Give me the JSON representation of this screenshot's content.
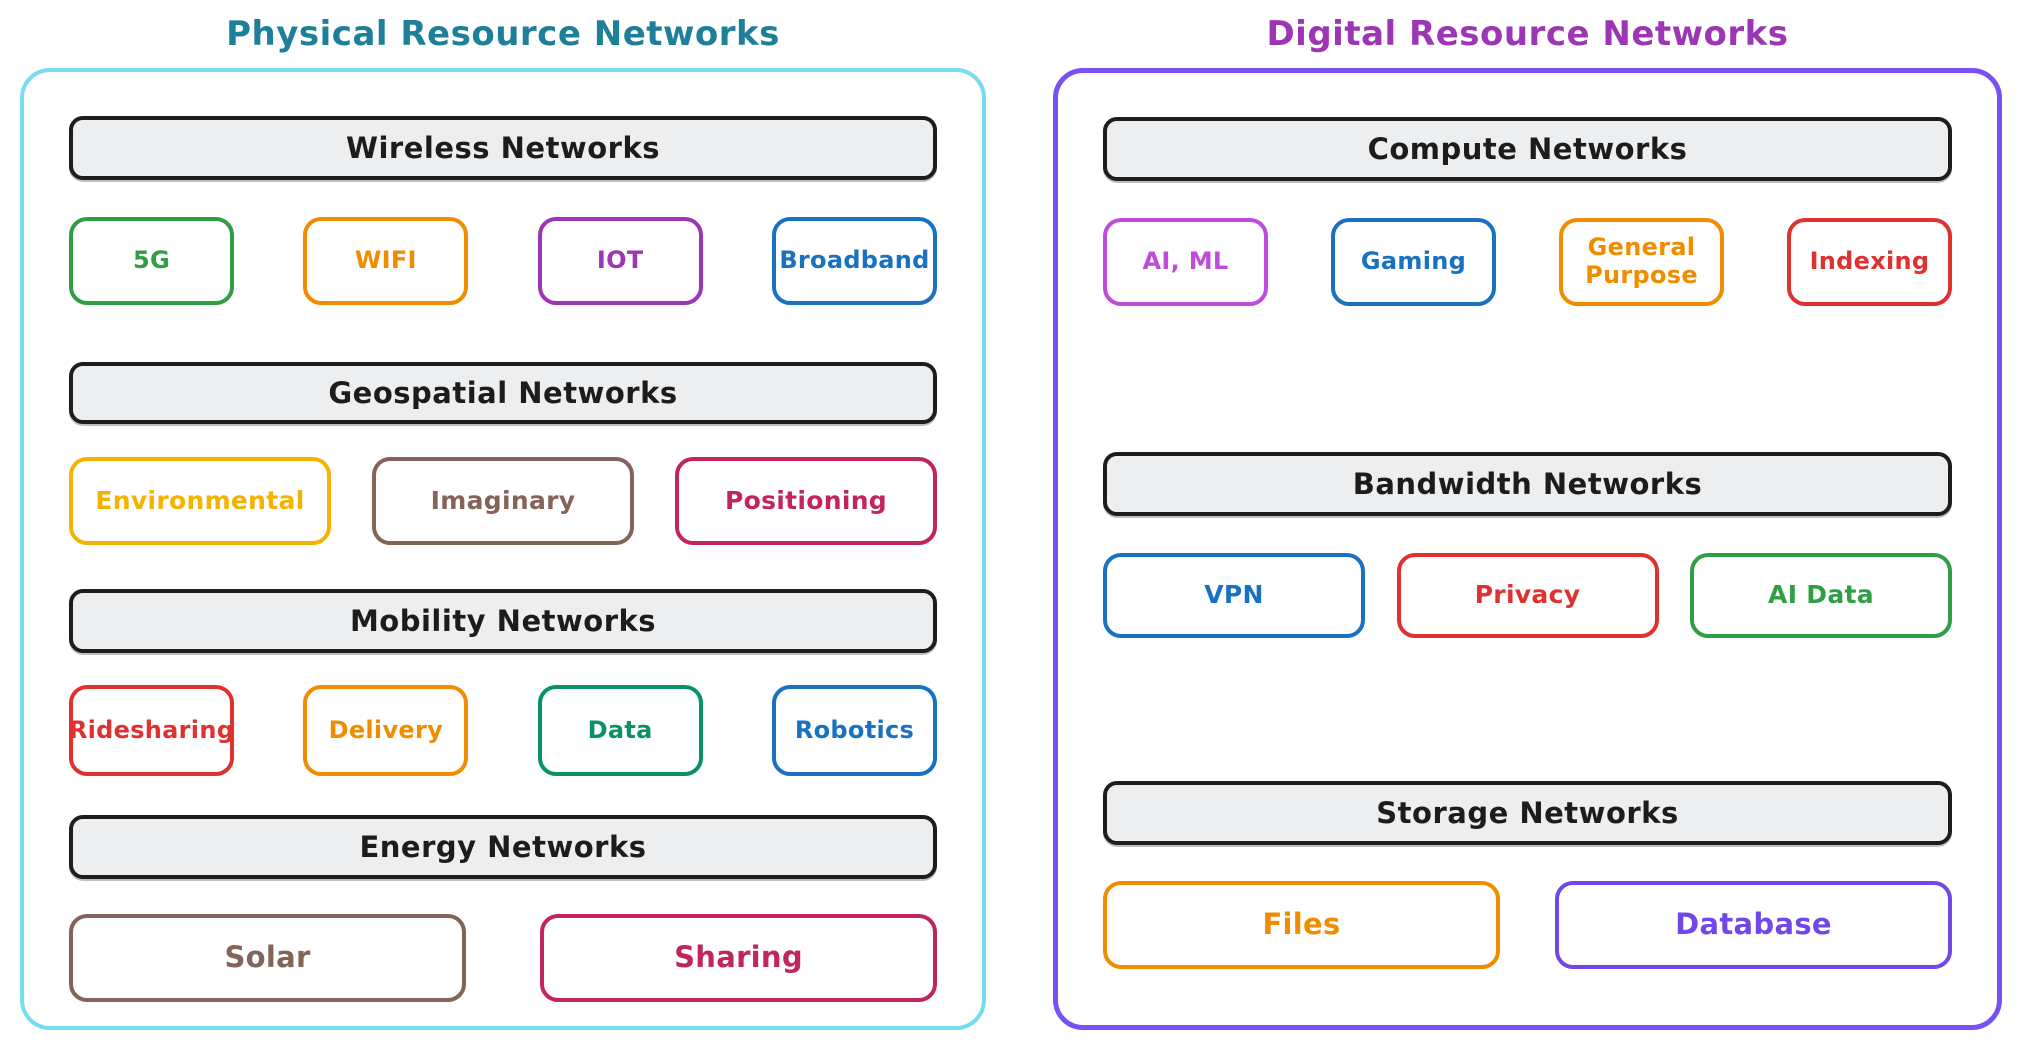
{
  "colors": {
    "left_title": "#1d7f99",
    "right_title": "#9c36b5",
    "left_container": "#76dcef",
    "right_container": "#7950f2",
    "header_fill": "#eceef0",
    "header_border": "#1d1d1d",
    "header_text": "#1c1c1c"
  },
  "left": {
    "title": "Physical Resource Networks",
    "sections": [
      {
        "header": "Wireless Networks",
        "items": [
          {
            "label": "5G",
            "color": "#2f9e44"
          },
          {
            "label": "WIFI",
            "color": "#f08c00"
          },
          {
            "label": "IOT",
            "color": "#9c36b5"
          },
          {
            "label": "Broadband",
            "color": "#1971c2"
          }
        ]
      },
      {
        "header": "Geospatial Networks",
        "items": [
          {
            "label": "Environmental",
            "color": "#f5b301"
          },
          {
            "label": "Imaginary",
            "color": "#846358"
          },
          {
            "label": "Positioning",
            "color": "#c2255c"
          }
        ]
      },
      {
        "header": "Mobility Networks",
        "items": [
          {
            "label": "Ridesharing",
            "color": "#e03131"
          },
          {
            "label": "Delivery",
            "color": "#f08c00"
          },
          {
            "label": "Data",
            "color": "#099268"
          },
          {
            "label": "Robotics",
            "color": "#1971c2"
          }
        ]
      },
      {
        "header": "Energy Networks",
        "items": [
          {
            "label": "Solar",
            "color": "#846358"
          },
          {
            "label": "Sharing",
            "color": "#c2255c"
          }
        ]
      }
    ]
  },
  "right": {
    "title": "Digital Resource Networks",
    "sections": [
      {
        "header": "Compute Networks",
        "items": [
          {
            "label": "AI, ML",
            "color": "#be4bdb"
          },
          {
            "label": "Gaming",
            "color": "#1971c2"
          },
          {
            "label": "General Purpose",
            "color": "#f08c00"
          },
          {
            "label": "Indexing",
            "color": "#e03131"
          }
        ]
      },
      {
        "header": "Bandwidth Networks",
        "items": [
          {
            "label": "VPN",
            "color": "#1971c2"
          },
          {
            "label": "Privacy",
            "color": "#e03131"
          },
          {
            "label": "AI Data",
            "color": "#2f9e44"
          }
        ]
      },
      {
        "header": "Storage Networks",
        "items": [
          {
            "label": "Files",
            "color": "#f08c00"
          },
          {
            "label": "Database",
            "color": "#7048e8"
          }
        ]
      }
    ]
  }
}
